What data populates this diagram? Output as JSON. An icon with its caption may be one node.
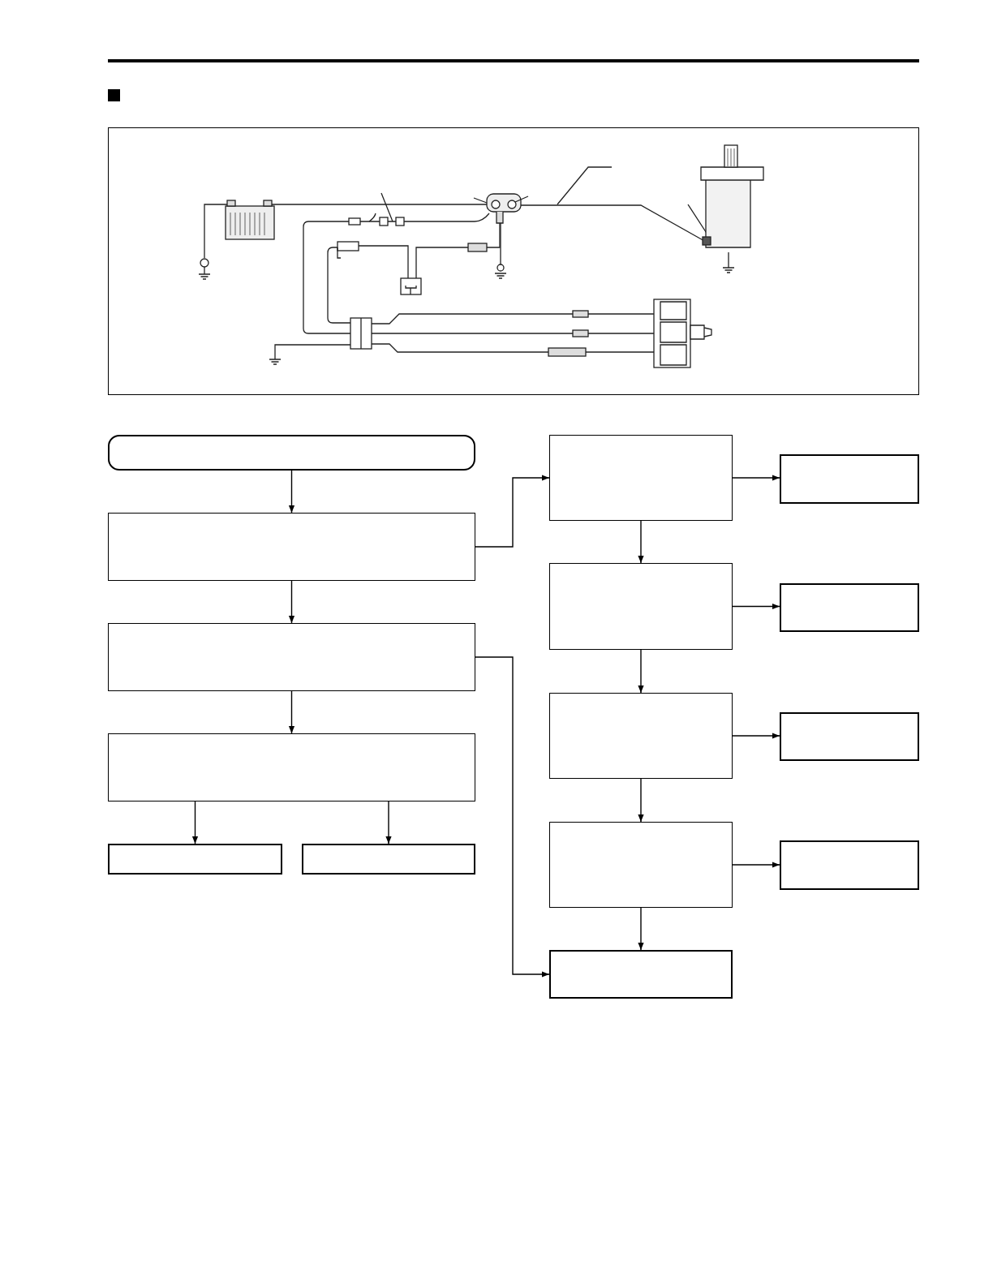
{
  "diagram": {
    "nodes": [
      {
        "text": [],
        "shape": "box"
      },
      {
        "text": [],
        "shape": "box"
      },
      {
        "text": [],
        "shape": "box"
      },
      {
        "text": [],
        "shape": "box"
      },
      {
        "text": [],
        "shape": "box"
      },
      {
        "text": [],
        "shape": "box"
      },
      {
        "text": [],
        "shape": "box"
      },
      {
        "text": [],
        "shape": "box"
      },
      {
        "text": [],
        "shape": "box"
      },
      {
        "text": [],
        "shape": "box"
      },
      {
        "text": [],
        "shape": "box"
      },
      {
        "text": [],
        "shape": "box"
      },
      {
        "text": [],
        "shape": "box"
      },
      {
        "text": [],
        "shape": "box"
      },
      {
        "text": [],
        "shape": "box"
      }
    ],
    "edges": [
      {
        "from": 0,
        "to": 1,
        "arrow": "to"
      },
      {
        "from": 1,
        "to": 2,
        "arrow": "to"
      },
      {
        "from": 2,
        "to": 3,
        "arrow": "to"
      },
      {
        "from": 3,
        "to": 4,
        "arrow": "to"
      },
      {
        "from": 3,
        "to": 5,
        "arrow": "to"
      },
      {
        "from": 1,
        "to": 6,
        "arrow": "to"
      },
      {
        "from": 6,
        "to": 7,
        "arrow": "to"
      },
      {
        "from": 6,
        "to": 8,
        "arrow": "to"
      },
      {
        "from": 8,
        "to": 9,
        "arrow": "to"
      },
      {
        "from": 8,
        "to": 10,
        "arrow": "to"
      },
      {
        "from": 10,
        "to": 11,
        "arrow": "to"
      },
      {
        "from": 10,
        "to": 12,
        "arrow": "to"
      },
      {
        "from": 12,
        "to": 13,
        "arrow": "to"
      },
      {
        "from": 12,
        "to": 14,
        "arrow": "to"
      },
      {
        "from": 2,
        "to": 14,
        "arrow": "to"
      }
    ]
  }
}
